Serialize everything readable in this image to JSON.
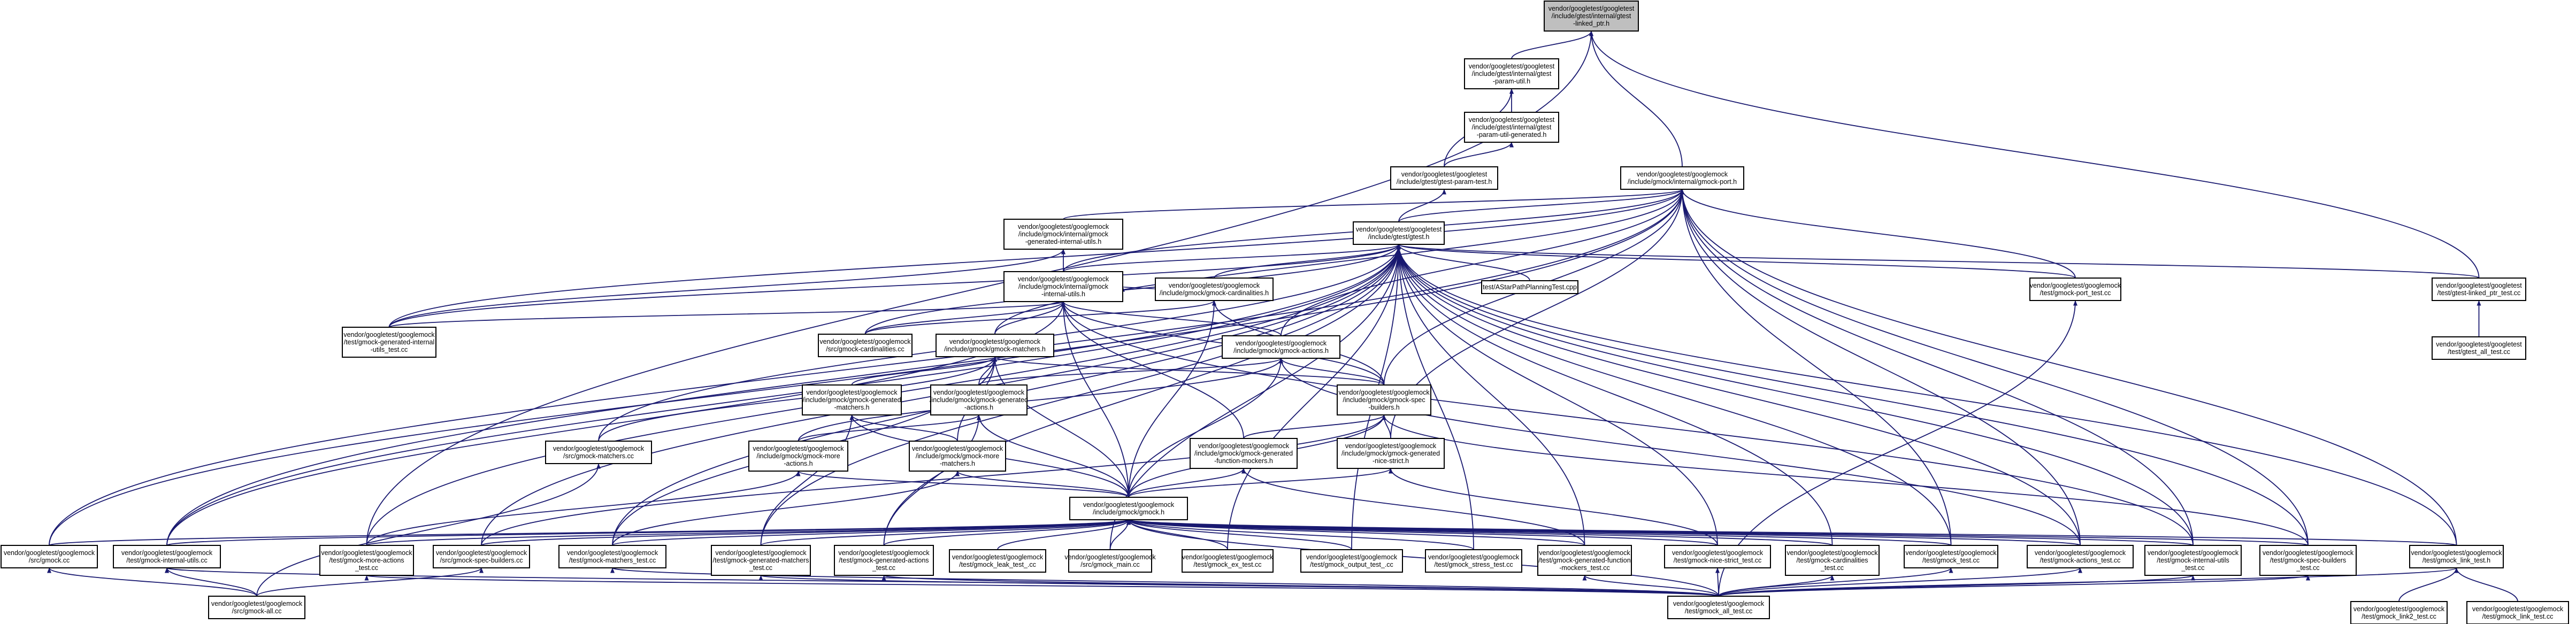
{
  "colors": {
    "edge": "#191970",
    "node_fill": "#ffffff",
    "root_fill": "#bfbfbf",
    "node_border": "#000000",
    "red_border": "#ff0000"
  },
  "nodes": [
    {
      "id": "n0",
      "lines": [
        "vendor/googletest/googletest",
        "/include/gtest/internal/gtest",
        "-linked_ptr.h"
      ],
      "style": "root"
    },
    {
      "id": "n1",
      "lines": [
        "vendor/googletest/googletest",
        "/include/gtest/internal/gtest",
        "-param-util.h"
      ]
    },
    {
      "id": "n2",
      "lines": [
        "vendor/googletest/googletest",
        "/include/gtest/internal/gtest",
        "-param-util-generated.h"
      ]
    },
    {
      "id": "n3",
      "lines": [
        "vendor/googletest/googletest",
        "/include/gtest/gtest-param-test.h"
      ]
    },
    {
      "id": "n4",
      "lines": [
        "vendor/googletest/googlemock",
        "/include/gmock/internal/gmock-port.h"
      ]
    },
    {
      "id": "n5",
      "lines": [
        "vendor/googletest/googlemock",
        "/include/gmock/internal/gmock",
        "-generated-internal-utils.h"
      ]
    },
    {
      "id": "n6",
      "lines": [
        "vendor/googletest/googletest",
        "/include/gtest/gtest.h"
      ],
      "style": "red"
    },
    {
      "id": "n7",
      "lines": [
        "vendor/googletest/googlemock",
        "/include/gmock/internal/gmock",
        "-internal-utils.h"
      ]
    },
    {
      "id": "n8",
      "lines": [
        "vendor/googletest/googlemock",
        "/include/gmock/gmock-cardinalities.h"
      ]
    },
    {
      "id": "n9",
      "lines": [
        "test/AStarPathPlanningTest.cpp"
      ]
    },
    {
      "id": "n10",
      "lines": [
        "vendor/googletest/googlemock",
        "/test/gmock-port_test.cc"
      ]
    },
    {
      "id": "n11",
      "lines": [
        "vendor/googletest/googletest",
        "/test/gtest-linked_ptr_test.cc"
      ]
    },
    {
      "id": "n12",
      "lines": [
        "vendor/googletest/googletest",
        "/test/gtest_all_test.cc"
      ]
    },
    {
      "id": "n13",
      "lines": [
        "vendor/googletest/googlemock",
        "/test/gmock-generated-internal",
        "-utils_test.cc"
      ]
    },
    {
      "id": "n14",
      "lines": [
        "vendor/googletest/googlemock",
        "/src/gmock-cardinalities.cc"
      ]
    },
    {
      "id": "n15",
      "lines": [
        "vendor/googletest/googlemock",
        "/include/gmock/gmock-matchers.h"
      ]
    },
    {
      "id": "n16",
      "lines": [
        "vendor/googletest/googlemock",
        "/include/gmock/gmock-actions.h"
      ]
    },
    {
      "id": "n17",
      "lines": [
        "vendor/googletest/googlemock",
        "/include/gmock/gmock-generated",
        "-matchers.h"
      ]
    },
    {
      "id": "n18",
      "lines": [
        "vendor/googletest/googlemock",
        "/include/gmock/gmock-generated",
        "-actions.h"
      ]
    },
    {
      "id": "n19",
      "lines": [
        "vendor/googletest/googlemock",
        "/include/gmock/gmock-spec",
        "-builders.h"
      ]
    },
    {
      "id": "n20",
      "lines": [
        "vendor/googletest/googlemock",
        "/src/gmock-matchers.cc"
      ]
    },
    {
      "id": "n21",
      "lines": [
        "vendor/googletest/googlemock",
        "/include/gmock/gmock-more",
        "-actions.h"
      ]
    },
    {
      "id": "n22",
      "lines": [
        "vendor/googletest/googlemock",
        "/include/gmock/gmock-more",
        "-matchers.h"
      ]
    },
    {
      "id": "n23",
      "lines": [
        "vendor/googletest/googlemock",
        "/include/gmock/gmock-generated",
        "-function-mockers.h"
      ]
    },
    {
      "id": "n24",
      "lines": [
        "vendor/googletest/googlemock",
        "/include/gmock/gmock-generated",
        "-nice-strict.h"
      ]
    },
    {
      "id": "n25",
      "lines": [
        "vendor/googletest/googlemock",
        "/include/gmock/gmock.h"
      ]
    },
    {
      "id": "n26",
      "lines": [
        "vendor/googletest/googlemock",
        "/src/gmock.cc"
      ]
    },
    {
      "id": "n27",
      "lines": [
        "vendor/googletest/googlemock",
        "/test/gmock-internal-utils.cc"
      ]
    },
    {
      "id": "n28",
      "lines": [
        "vendor/googletest/googlemock",
        "/test/gmock-more-actions",
        "_test.cc"
      ]
    },
    {
      "id": "n29",
      "lines": [
        "vendor/googletest/googlemock",
        "/src/gmock-spec-builders.cc"
      ]
    },
    {
      "id": "n30",
      "lines": [
        "vendor/googletest/googlemock",
        "/test/gmock-matchers_test.cc"
      ]
    },
    {
      "id": "n31",
      "lines": [
        "vendor/googletest/googlemock",
        "/test/gmock-generated-matchers",
        "_test.cc"
      ]
    },
    {
      "id": "n32",
      "lines": [
        "vendor/googletest/googlemock",
        "/test/gmock-generated-actions",
        "_test.cc"
      ]
    },
    {
      "id": "n33",
      "lines": [
        "vendor/googletest/googlemock",
        "/test/gmock_leak_test_.cc"
      ]
    },
    {
      "id": "n34",
      "lines": [
        "vendor/googletest/googlemock",
        "/src/gmock_main.cc"
      ]
    },
    {
      "id": "n35",
      "lines": [
        "vendor/googletest/googlemock",
        "/test/gmock_ex_test.cc"
      ]
    },
    {
      "id": "n36",
      "lines": [
        "vendor/googletest/googlemock",
        "/test/gmock_output_test_.cc"
      ]
    },
    {
      "id": "n37",
      "lines": [
        "vendor/googletest/googlemock",
        "/test/gmock_stress_test.cc"
      ]
    },
    {
      "id": "n38",
      "lines": [
        "vendor/googletest/googlemock",
        "/test/gmock-generated-function",
        "-mockers_test.cc"
      ]
    },
    {
      "id": "n39",
      "lines": [
        "vendor/googletest/googlemock",
        "/test/gmock-nice-strict_test.cc"
      ]
    },
    {
      "id": "n40",
      "lines": [
        "vendor/googletest/googlemock",
        "/test/gmock-cardinalities",
        "_test.cc"
      ]
    },
    {
      "id": "n41",
      "lines": [
        "vendor/googletest/googlemock",
        "/test/gmock_test.cc"
      ]
    },
    {
      "id": "n42",
      "lines": [
        "vendor/googletest/googlemock",
        "/test/gmock-actions_test.cc"
      ]
    },
    {
      "id": "n43",
      "lines": [
        "vendor/googletest/googlemock",
        "/test/gmock-internal-utils",
        "_test.cc"
      ]
    },
    {
      "id": "n44",
      "lines": [
        "vendor/googletest/googlemock",
        "/test/gmock-spec-builders",
        "_test.cc"
      ]
    },
    {
      "id": "n45",
      "lines": [
        "vendor/googletest/googlemock",
        "/test/gmock_link_test.h"
      ]
    },
    {
      "id": "n46",
      "lines": [
        "vendor/googletest/googlemock",
        "/src/gmock-all.cc"
      ]
    },
    {
      "id": "n47",
      "lines": [
        "vendor/googletest/googlemock",
        "/test/gmock_all_test.cc"
      ]
    },
    {
      "id": "n48",
      "lines": [
        "vendor/googletest/googlemock",
        "/test/gmock_link2_test.cc"
      ]
    },
    {
      "id": "n49",
      "lines": [
        "vendor/googletest/googlemock",
        "/test/gmock_link_test.cc"
      ]
    }
  ],
  "edges": [
    [
      "n1",
      "n0"
    ],
    [
      "n11",
      "n0"
    ],
    [
      "n4",
      "n0"
    ],
    [
      "n28",
      "n0"
    ],
    [
      "n2",
      "n1"
    ],
    [
      "n3",
      "n1"
    ],
    [
      "n3",
      "n2"
    ],
    [
      "n6",
      "n3"
    ],
    [
      "n5",
      "n4"
    ],
    [
      "n6",
      "n4"
    ],
    [
      "n7",
      "n4"
    ],
    [
      "n10",
      "n4"
    ],
    [
      "n13",
      "n4"
    ],
    [
      "n15",
      "n4"
    ],
    [
      "n16",
      "n4"
    ],
    [
      "n19",
      "n4"
    ],
    [
      "n24",
      "n4"
    ],
    [
      "n27",
      "n4"
    ],
    [
      "n26",
      "n4"
    ],
    [
      "n43",
      "n4"
    ],
    [
      "n44",
      "n4"
    ],
    [
      "n45",
      "n4"
    ],
    [
      "n42",
      "n4"
    ],
    [
      "n41",
      "n4"
    ],
    [
      "n7",
      "n5"
    ],
    [
      "n13",
      "n5"
    ],
    [
      "n7",
      "n6"
    ],
    [
      "n8",
      "n6"
    ],
    [
      "n9",
      "n6"
    ],
    [
      "n10",
      "n6"
    ],
    [
      "n11",
      "n6"
    ],
    [
      "n13",
      "n6"
    ],
    [
      "n14",
      "n6"
    ],
    [
      "n26",
      "n6"
    ],
    [
      "n27",
      "n6"
    ],
    [
      "n28",
      "n6"
    ],
    [
      "n29",
      "n6"
    ],
    [
      "n30",
      "n6"
    ],
    [
      "n31",
      "n6"
    ],
    [
      "n32",
      "n6"
    ],
    [
      "n34",
      "n6"
    ],
    [
      "n35",
      "n6"
    ],
    [
      "n36",
      "n6"
    ],
    [
      "n37",
      "n6"
    ],
    [
      "n38",
      "n6"
    ],
    [
      "n39",
      "n6"
    ],
    [
      "n40",
      "n6"
    ],
    [
      "n41",
      "n6"
    ],
    [
      "n42",
      "n6"
    ],
    [
      "n43",
      "n6"
    ],
    [
      "n44",
      "n6"
    ],
    [
      "n45",
      "n6"
    ],
    [
      "n20",
      "n6"
    ],
    [
      "n8",
      "n7"
    ],
    [
      "n15",
      "n7"
    ],
    [
      "n16",
      "n7"
    ],
    [
      "n19",
      "n7"
    ],
    [
      "n23",
      "n7"
    ],
    [
      "n25",
      "n7"
    ],
    [
      "n27",
      "n7"
    ],
    [
      "n13",
      "n7"
    ],
    [
      "n14",
      "n7"
    ],
    [
      "n43",
      "n7"
    ],
    [
      "n14",
      "n8"
    ],
    [
      "n19",
      "n8"
    ],
    [
      "n25",
      "n8"
    ],
    [
      "n12",
      "n11"
    ],
    [
      "n17",
      "n15"
    ],
    [
      "n18",
      "n15"
    ],
    [
      "n19",
      "n15"
    ],
    [
      "n20",
      "n15"
    ],
    [
      "n22",
      "n15"
    ],
    [
      "n25",
      "n15"
    ],
    [
      "n30",
      "n15"
    ],
    [
      "n18",
      "n16"
    ],
    [
      "n19",
      "n16"
    ],
    [
      "n21",
      "n16"
    ],
    [
      "n25",
      "n16"
    ],
    [
      "n42",
      "n16"
    ],
    [
      "n22",
      "n17"
    ],
    [
      "n25",
      "n17"
    ],
    [
      "n31",
      "n17"
    ],
    [
      "n21",
      "n18"
    ],
    [
      "n25",
      "n18"
    ],
    [
      "n32",
      "n18"
    ],
    [
      "n23",
      "n19"
    ],
    [
      "n24",
      "n19"
    ],
    [
      "n25",
      "n19"
    ],
    [
      "n29",
      "n19"
    ],
    [
      "n44",
      "n19"
    ],
    [
      "n46",
      "n20"
    ],
    [
      "n25",
      "n21"
    ],
    [
      "n28",
      "n21"
    ],
    [
      "n25",
      "n22"
    ],
    [
      "n30",
      "n22"
    ],
    [
      "n25",
      "n23"
    ],
    [
      "n38",
      "n23"
    ],
    [
      "n25",
      "n24"
    ],
    [
      "n39",
      "n24"
    ],
    [
      "n26",
      "n25"
    ],
    [
      "n27",
      "n25"
    ],
    [
      "n28",
      "n25"
    ],
    [
      "n29",
      "n25"
    ],
    [
      "n30",
      "n25"
    ],
    [
      "n31",
      "n25"
    ],
    [
      "n32",
      "n25"
    ],
    [
      "n33",
      "n25"
    ],
    [
      "n34",
      "n25"
    ],
    [
      "n35",
      "n25"
    ],
    [
      "n36",
      "n25"
    ],
    [
      "n37",
      "n25"
    ],
    [
      "n38",
      "n25"
    ],
    [
      "n39",
      "n25"
    ],
    [
      "n40",
      "n25"
    ],
    [
      "n41",
      "n25"
    ],
    [
      "n42",
      "n25"
    ],
    [
      "n43",
      "n25"
    ],
    [
      "n44",
      "n25"
    ],
    [
      "n45",
      "n25"
    ],
    [
      "n47",
      "n25"
    ],
    [
      "n46",
      "n26"
    ],
    [
      "n46",
      "n27"
    ],
    [
      "n47",
      "n27"
    ],
    [
      "n47",
      "n28"
    ],
    [
      "n46",
      "n29"
    ],
    [
      "n47",
      "n30"
    ],
    [
      "n47",
      "n31"
    ],
    [
      "n47",
      "n32"
    ],
    [
      "n47",
      "n38"
    ],
    [
      "n47",
      "n39"
    ],
    [
      "n47",
      "n40"
    ],
    [
      "n47",
      "n41"
    ],
    [
      "n47",
      "n42"
    ],
    [
      "n47",
      "n43"
    ],
    [
      "n47",
      "n44"
    ],
    [
      "n47",
      "n10"
    ],
    [
      "n48",
      "n45"
    ],
    [
      "n49",
      "n45"
    ],
    [
      "n47",
      "n45"
    ]
  ]
}
